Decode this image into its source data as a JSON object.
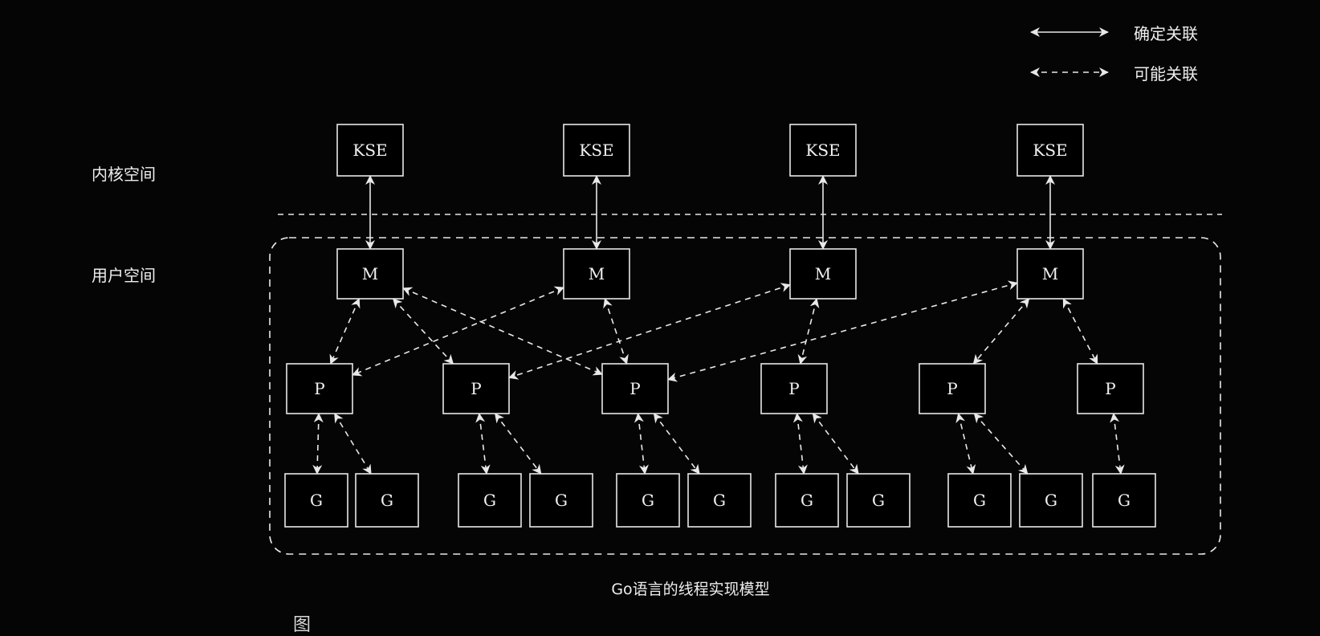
{
  "legend": {
    "definite": "确定关联",
    "possible": "可能关联"
  },
  "regions": {
    "kernel": "内核空间",
    "user": "用户空间"
  },
  "caption": "Go语言的线程实现模型",
  "bottom_partial": "图",
  "nodes": {
    "kse": [
      {
        "id": "kse1",
        "label": "KSE"
      },
      {
        "id": "kse2",
        "label": "KSE"
      },
      {
        "id": "kse3",
        "label": "KSE"
      },
      {
        "id": "kse4",
        "label": "KSE"
      }
    ],
    "m": [
      {
        "id": "m1",
        "label": "M"
      },
      {
        "id": "m2",
        "label": "M"
      },
      {
        "id": "m3",
        "label": "M"
      },
      {
        "id": "m4",
        "label": "M"
      }
    ],
    "p": [
      {
        "id": "p1",
        "label": "P"
      },
      {
        "id": "p2",
        "label": "P"
      },
      {
        "id": "p3",
        "label": "P"
      },
      {
        "id": "p4",
        "label": "P"
      },
      {
        "id": "p5",
        "label": "P"
      },
      {
        "id": "p6",
        "label": "P"
      }
    ],
    "g": [
      {
        "id": "g1",
        "label": "G"
      },
      {
        "id": "g2",
        "label": "G"
      },
      {
        "id": "g3",
        "label": "G"
      },
      {
        "id": "g4",
        "label": "G"
      },
      {
        "id": "g5",
        "label": "G"
      },
      {
        "id": "g6",
        "label": "G"
      },
      {
        "id": "g7",
        "label": "G"
      },
      {
        "id": "g8",
        "label": "G"
      },
      {
        "id": "g9",
        "label": "G"
      },
      {
        "id": "g10",
        "label": "G"
      },
      {
        "id": "g11",
        "label": "G"
      }
    ]
  },
  "edges": {
    "definite": [
      [
        "kse1",
        "m1"
      ],
      [
        "kse2",
        "m2"
      ],
      [
        "kse3",
        "m3"
      ],
      [
        "kse4",
        "m4"
      ]
    ],
    "possible": [
      [
        "m1",
        "p1"
      ],
      [
        "m1",
        "p3"
      ],
      [
        "m1",
        "p2"
      ],
      [
        "m2",
        "p1"
      ],
      [
        "m2",
        "p3"
      ],
      [
        "m3",
        "p2"
      ],
      [
        "m3",
        "p4"
      ],
      [
        "m4",
        "p3"
      ],
      [
        "m4",
        "p5"
      ],
      [
        "m4",
        "p6"
      ],
      [
        "p1",
        "g1"
      ],
      [
        "p1",
        "g2"
      ],
      [
        "p2",
        "g3"
      ],
      [
        "p2",
        "g4"
      ],
      [
        "p3",
        "g5"
      ],
      [
        "p3",
        "g6"
      ],
      [
        "p4",
        "g7"
      ],
      [
        "p4",
        "g8"
      ],
      [
        "p5",
        "g9"
      ],
      [
        "p5",
        "g10"
      ],
      [
        "p6",
        "g11"
      ]
    ]
  }
}
